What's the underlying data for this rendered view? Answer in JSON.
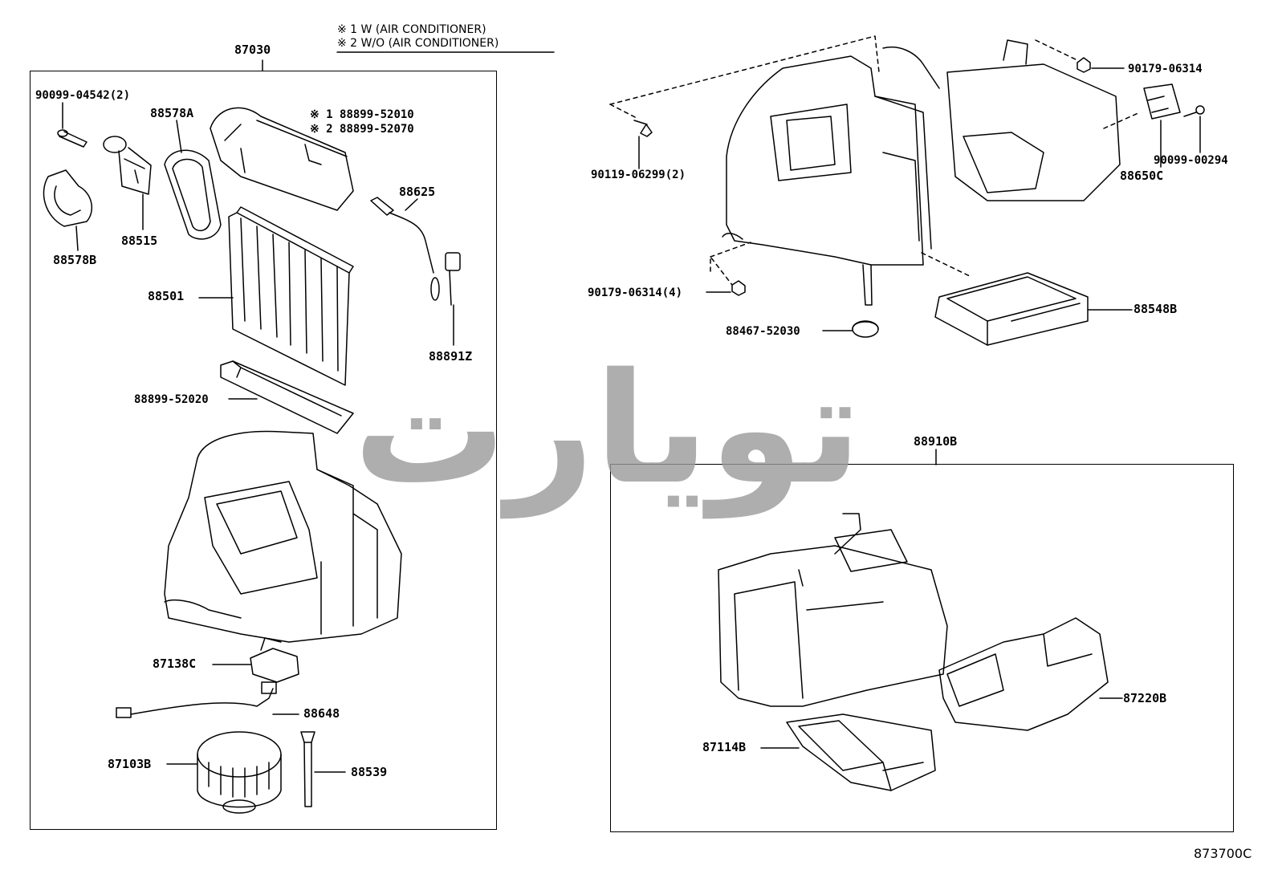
{
  "notes": {
    "note1": "※ 1  W (AIR CONDITIONER)",
    "note2": "※ 2  W/O (AIR CONDITIONER)"
  },
  "left_group": {
    "title": "87030",
    "parts": {
      "p90099_04542": "90099-04542(2)",
      "p88578A": "88578A",
      "p88899_52010": "※ 1  88899-52010",
      "p88899_52070": "※ 2  88899-52070",
      "p88515": "88515",
      "p88578B": "88578B",
      "p88625": "88625",
      "p88501": "88501",
      "p88891Z": "88891Z",
      "p88899_52020": "88899-52020",
      "p87138C": "87138C",
      "p88648": "88648",
      "p87103B": "87103B",
      "p88539": "88539"
    }
  },
  "top_right": {
    "p90179_06314": "90179-06314",
    "p90119_06299": "90119-06299(2)",
    "p88650C": "88650C",
    "p90099_00294": "90099-00294",
    "p90179_06314_4": "90179-06314(4)",
    "p88548B": "88548B",
    "p88467_52030": "88467-52030"
  },
  "right_group": {
    "title": "88910B",
    "parts": {
      "p87220B": "87220B",
      "p87114B": "87114B"
    }
  },
  "watermark": "تویارت",
  "figure_code": "873700C"
}
